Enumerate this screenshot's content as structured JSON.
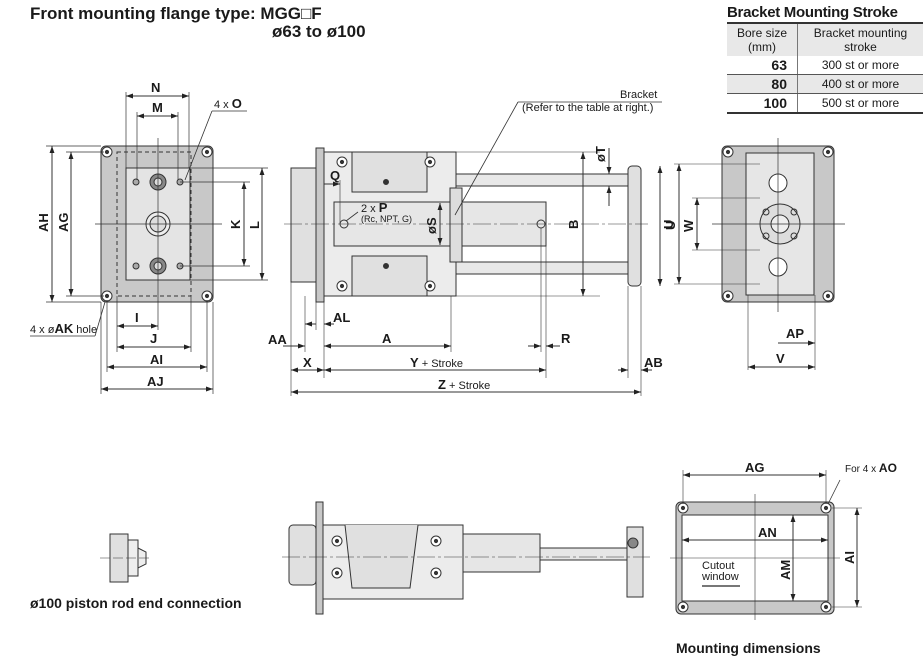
{
  "title": {
    "line1": "Front mounting flange type: MGG□F",
    "line2": "ø63 to ø100"
  },
  "bracket_table": {
    "title": "Bracket Mounting Stroke",
    "headers": [
      "Bore size (mm)",
      "Bracket mounting stroke"
    ],
    "header_col1_line1": "Bore size",
    "header_col1_line2": "(mm)",
    "header_col2_line1": "Bracket mounting",
    "header_col2_line2": "stroke",
    "rows": [
      {
        "bore": "63",
        "stroke": "300 st or more"
      },
      {
        "bore": "80",
        "stroke": "400 st or more"
      },
      {
        "bore": "100",
        "stroke": "500 st or more"
      }
    ]
  },
  "front_view": {
    "dims": [
      "N",
      "M",
      "AH",
      "AG",
      "K",
      "L",
      "I",
      "J",
      "AI",
      "AJ"
    ],
    "callout_o_prefix": "4 x ",
    "callout_o": "O",
    "callout_ak_prefix": "4 x ø",
    "callout_ak": "AK",
    "callout_ak_suffix": " hole"
  },
  "side_view": {
    "bracket_label": "Bracket",
    "bracket_note": "(Refer to the table at right.)",
    "port_prefix": "2 x ",
    "port": "P",
    "port_note": "(Rc, NPT, G)",
    "dims": [
      "Q",
      "øS",
      "B",
      "øT",
      "U",
      "AA",
      "AL",
      "A",
      "R",
      "X",
      "AB"
    ],
    "y_label": "Y",
    "z_label": "Z",
    "stroke_suffix": " + Stroke"
  },
  "end_view": {
    "dims": [
      "U",
      "W",
      "AP",
      "V"
    ]
  },
  "mounting": {
    "dims": [
      "AG",
      "AN",
      "AM",
      "AI"
    ],
    "callout_prefix": "For 4 x ",
    "callout": "AO",
    "cutout_line1": "Cutout",
    "cutout_line2": "window",
    "caption": "Mounting dimensions"
  },
  "rod_end": {
    "caption": "ø100 piston rod end connection"
  },
  "colors": {
    "plate": "#c8c8c8",
    "body": "#e6e6e6",
    "line": "#333333"
  }
}
